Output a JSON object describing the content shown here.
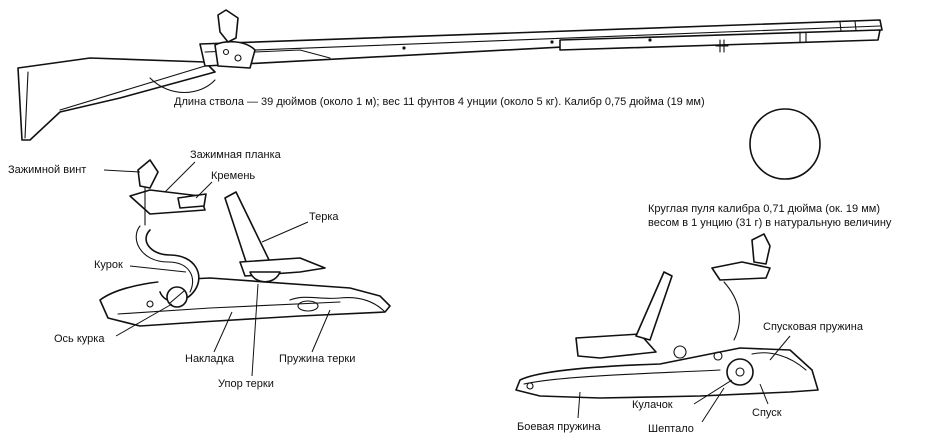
{
  "musket": {
    "caption": "Длина ствола — 39 дюймов (около 1 м); вес 11 фунтов 4 унции (около 5 кг). Калибр 0,75 дюйма (19 мм)"
  },
  "ball": {
    "caption_line1": "Круглая пуля калибра 0,71 дюйма (ок. 19 мм)",
    "caption_line2": "весом в 1 унцию (31 г) в натуральную величину"
  },
  "lock_outside": {
    "labels": {
      "jaw_screw": "Зажимной винт",
      "top_jaw": "Зажимная планка",
      "flint": "Кремень",
      "frizzen": "Терка",
      "cock": "Курок",
      "cock_axis": "Ось курка",
      "lockplate": "Накладка",
      "frizzen_stop": "Упор терки",
      "frizzen_spring": "Пружина терки"
    }
  },
  "lock_inside": {
    "labels": {
      "sear_spring": "Спусковая пружина",
      "tumbler": "Кулачок",
      "mainspring": "Боевая пружина",
      "sear": "Шептало",
      "trigger_release": "Спуск"
    }
  }
}
